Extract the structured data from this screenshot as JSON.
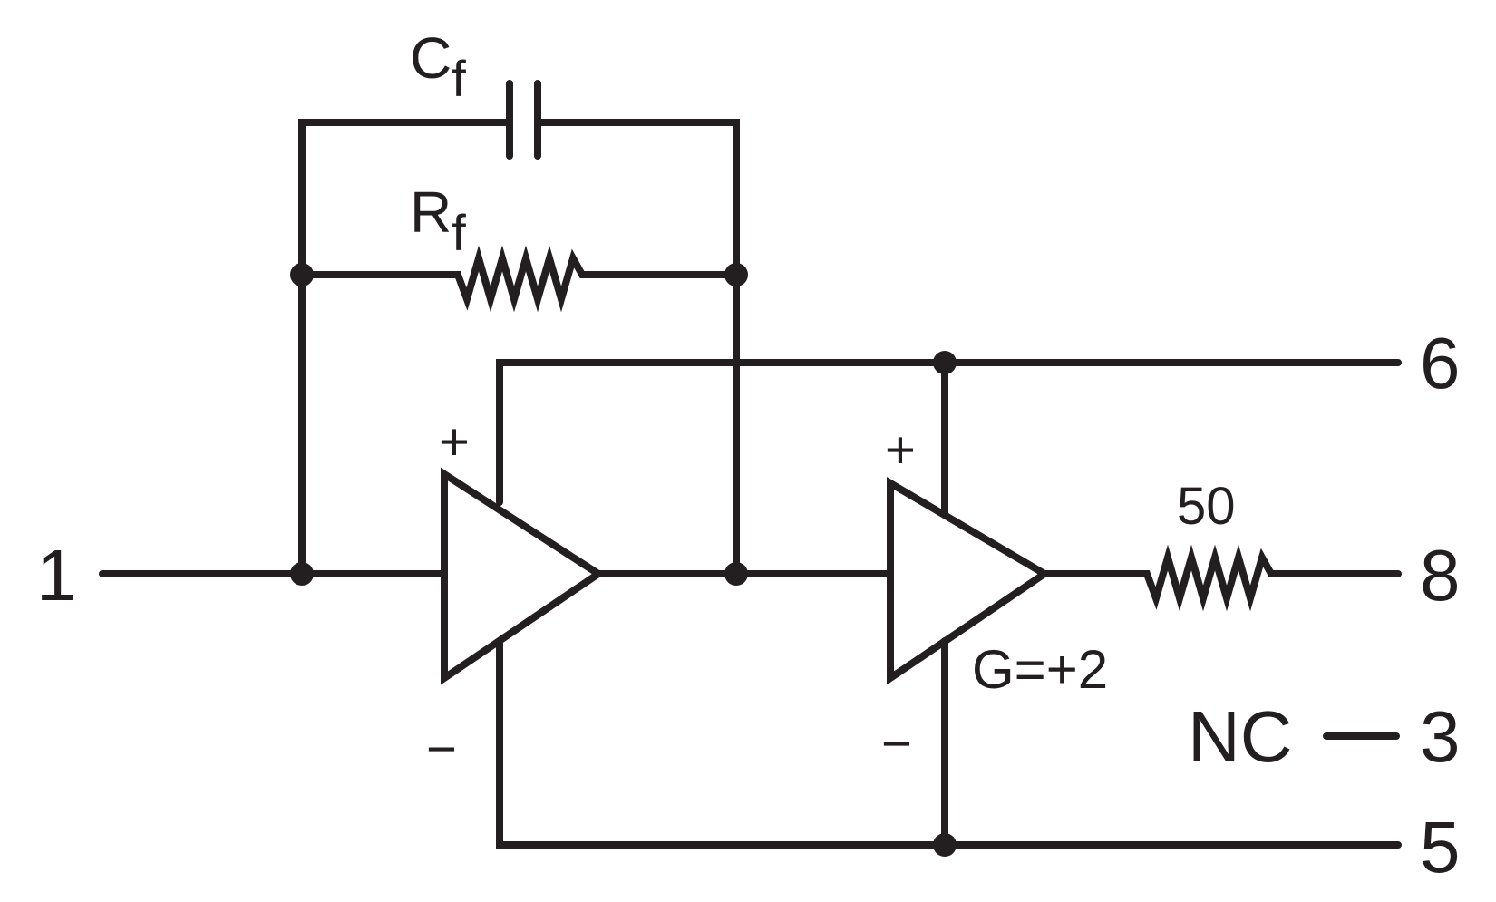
{
  "components": {
    "capacitor": {
      "name": "C",
      "subscript": "f"
    },
    "feedback_resistor": {
      "name": "R",
      "subscript": "f"
    },
    "output_resistor": {
      "value": "50"
    },
    "buffer_gain": "G=+2"
  },
  "pins": {
    "input": "1",
    "supply_pos": "6",
    "output": "8",
    "no_connect_pin": "3",
    "no_connect_label": "NC",
    "supply_neg": "5"
  },
  "amp_signs": {
    "plus": "+",
    "minus": "−"
  },
  "colors": {
    "line": "#231f20",
    "background": "#ffffff"
  }
}
